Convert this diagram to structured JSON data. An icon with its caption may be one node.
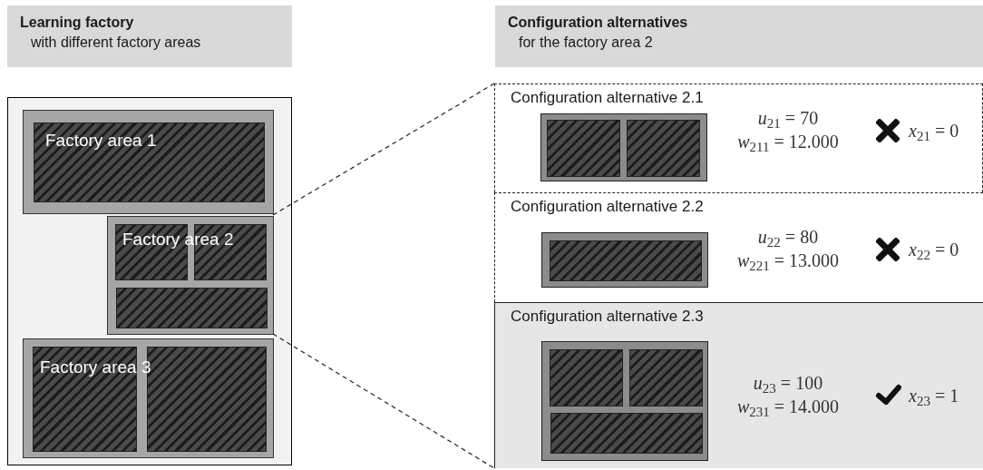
{
  "diagram": {
    "nodes": [
      {
        "text": [
          "Learning factory",
          "with different factory areas"
        ]
      },
      {
        "text": [],
        "shape": "box"
      },
      {
        "text": [
          "Factory area 1"
        ],
        "in": 1
      },
      {
        "text": [
          "Factory area 2"
        ],
        "in": 1
      },
      {
        "text": [
          "Factory area 3"
        ],
        "in": 1
      },
      {
        "text": [
          "Configuration alternatives",
          "for the factory area 2"
        ]
      },
      {
        "text": [],
        "shape": "box"
      },
      {
        "text": [
          "Configuration alternative 2.1",
          "*u*$_{21}$ = 70",
          "*w*$_{211}$ = 12.000",
          "*x*$_{21}$ = 0"
        ],
        "in": 6
      },
      {
        "text": [
          "Configuration alternative 2.2",
          "*u*$_{22}$ = 80",
          "*w*$_{221}$ = 13.000",
          "*x*$_{22}$ = 0"
        ],
        "in": 6
      },
      {
        "text": [
          "Configuration alternative 2.3",
          "*u*$_{23}$ = 100",
          "*w*$_{231}$ = 14.000",
          "*x*$_{23}$ = 1"
        ],
        "in": 6
      }
    ],
    "edges": [
      {
        "from": 3,
        "to": 6,
        "arrow": "none",
        "style": "dashed"
      },
      {
        "from": 3,
        "to": 6,
        "arrow": "none",
        "style": "dashed"
      }
    ]
  }
}
